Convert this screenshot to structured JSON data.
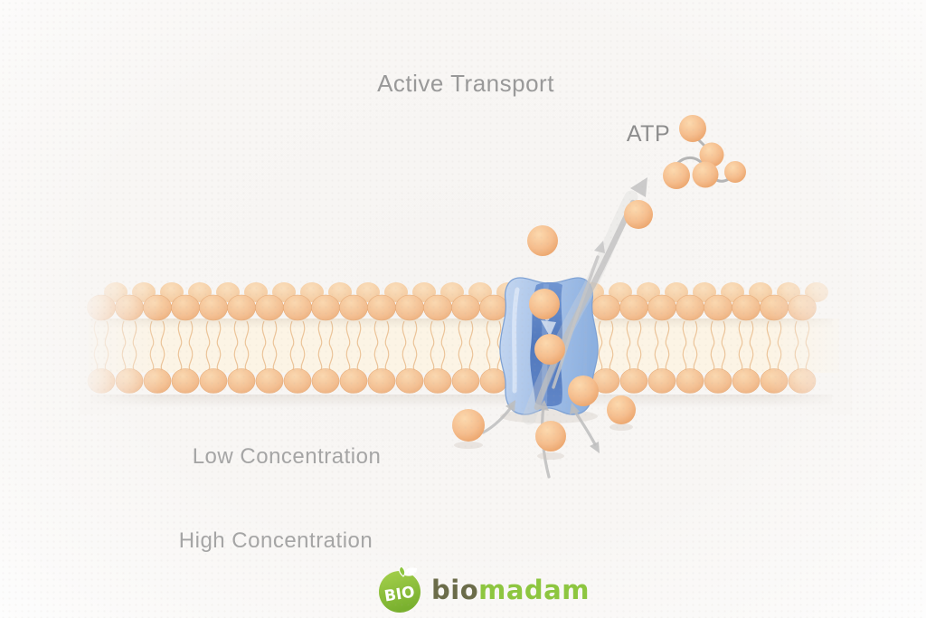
{
  "title": "Active Transport",
  "labels": {
    "atp": "ATP",
    "low_concentration": "Low Concentration",
    "high_concentration": "High Concentration"
  },
  "logo": {
    "badge_text": "BIO",
    "brand_prefix": "bio",
    "brand_suffix": "madam"
  },
  "colors": {
    "molecule_fill": "#f5bd8d",
    "molecule_highlight": "#fcd9ae",
    "molecule_edge": "#e89c60",
    "membrane_head": "#f3bf92",
    "membrane_tail_band": "#fcf4e3",
    "channel_body_light": "#bdd3ef",
    "channel_body_dark": "#8cb0e0",
    "channel_pore": "#4c74ba",
    "arrow_gray": "#bfbfbf",
    "label_text": "#a5a5a5",
    "logo_green": "#8dc63f",
    "logo_olive": "#6b6c49",
    "background": "#f8f6f4"
  },
  "diagram": {
    "type": "biology-membrane-transport",
    "subject": "Active transport of molecules across a phospholipid bilayer through a blue transport protein, powered by ATP",
    "membrane": {
      "structure": "phospholipid bilayer",
      "orientation": "horizontal",
      "head_rows": [
        "outer back row",
        "outer front row",
        "inner row"
      ],
      "tails": "wavy spindle tails between head rows"
    },
    "transport_protein": {
      "shape": "hourglass channel",
      "color": "blue",
      "position": "center of membrane"
    },
    "molecules": {
      "above_membrane": 2,
      "inside_channel": 2,
      "at_channel_exit": 2,
      "below_membrane": 2,
      "atp_cluster_spheres": 5
    },
    "arrows": {
      "direction": "upward from below the membrane, through the protein channel, toward the ATP cluster",
      "count": 6
    }
  }
}
